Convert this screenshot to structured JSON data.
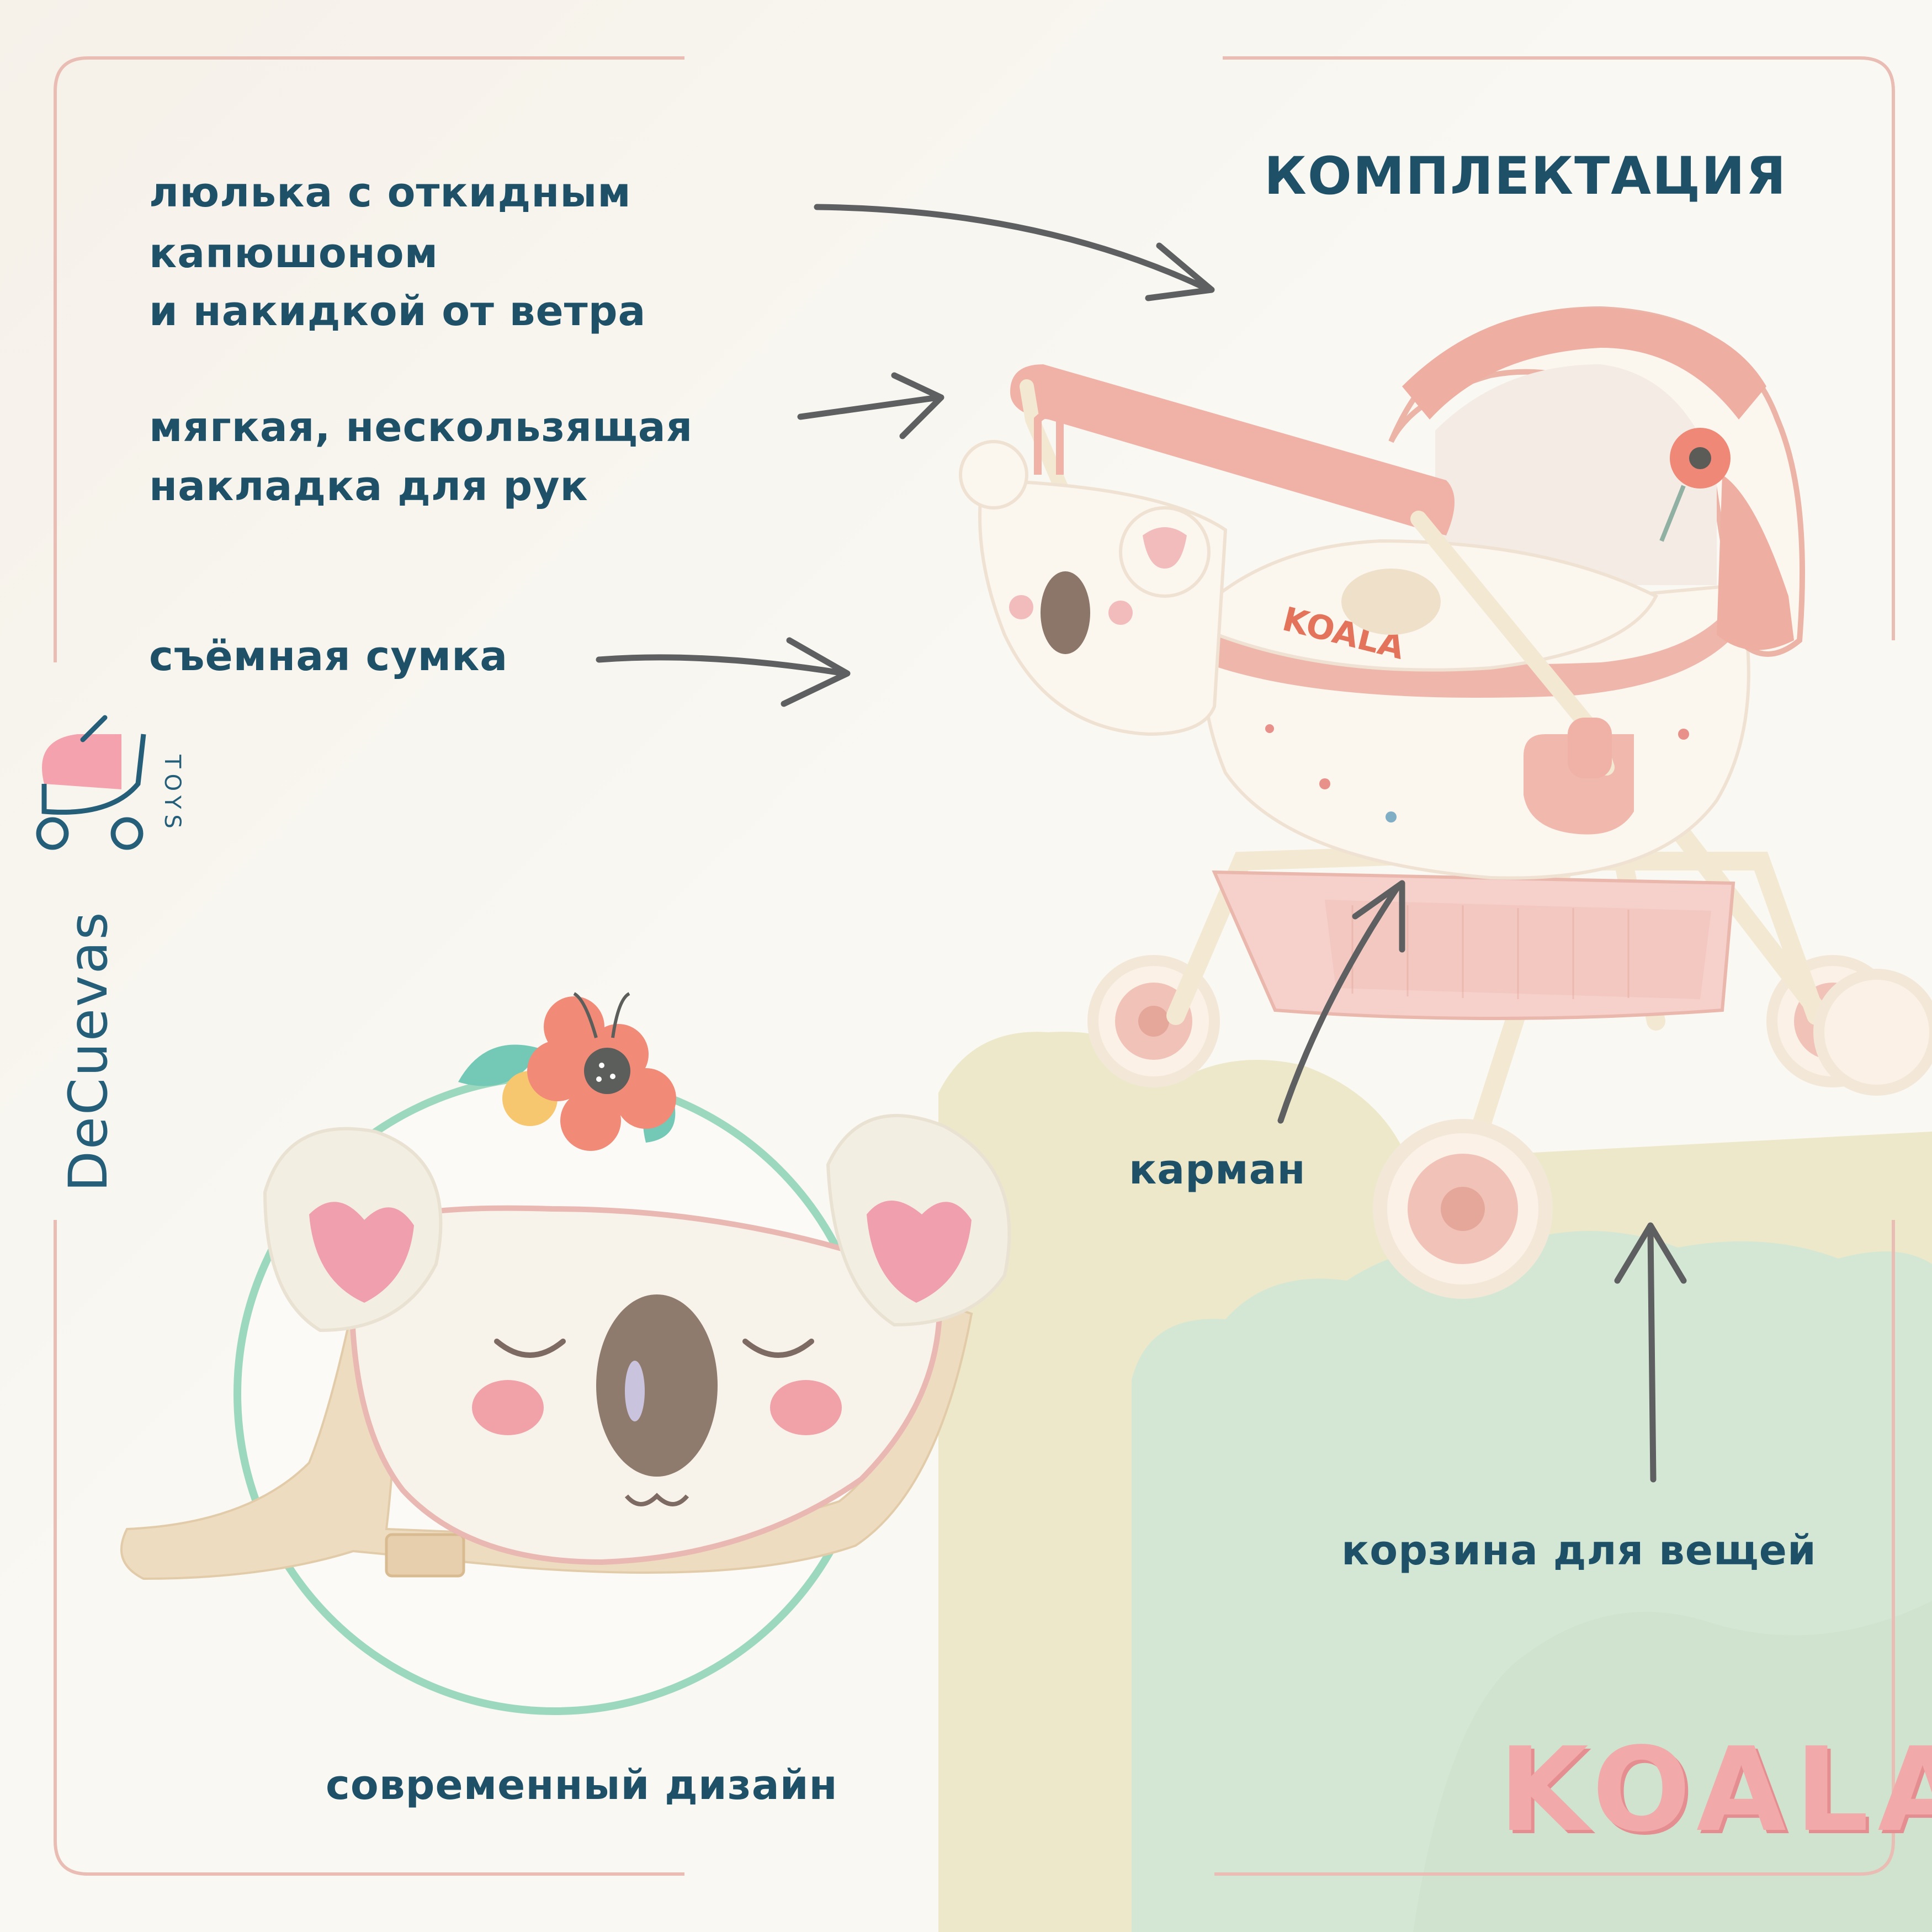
{
  "heading": "КОМПЛЕКТАЦИЯ",
  "features": {
    "hood": [
      "люлька с откидным",
      "капюшоном",
      "и накидкой от ветра"
    ],
    "handle": [
      "мягкая, нескользящая",
      "накладка для рук"
    ],
    "bag": "съёмная сумка",
    "pocket": "карман",
    "basket": "корзина для вещей",
    "design": "современный дизайн"
  },
  "brand": {
    "logo_text": "DeCuevas",
    "logo_sub": "TOYS"
  },
  "collection": "KOALA",
  "colors": {
    "text": "#1e5067",
    "accent_pink": "#f2a9a9",
    "frame_pink": "#e9bdb3",
    "circle_green": "#9cd8bd",
    "hill_green": "#d3e6d3",
    "hill_cream": "#ece7c6"
  },
  "icons": [
    "arrow-icon",
    "flower-icon",
    "stroller-logo-icon"
  ]
}
